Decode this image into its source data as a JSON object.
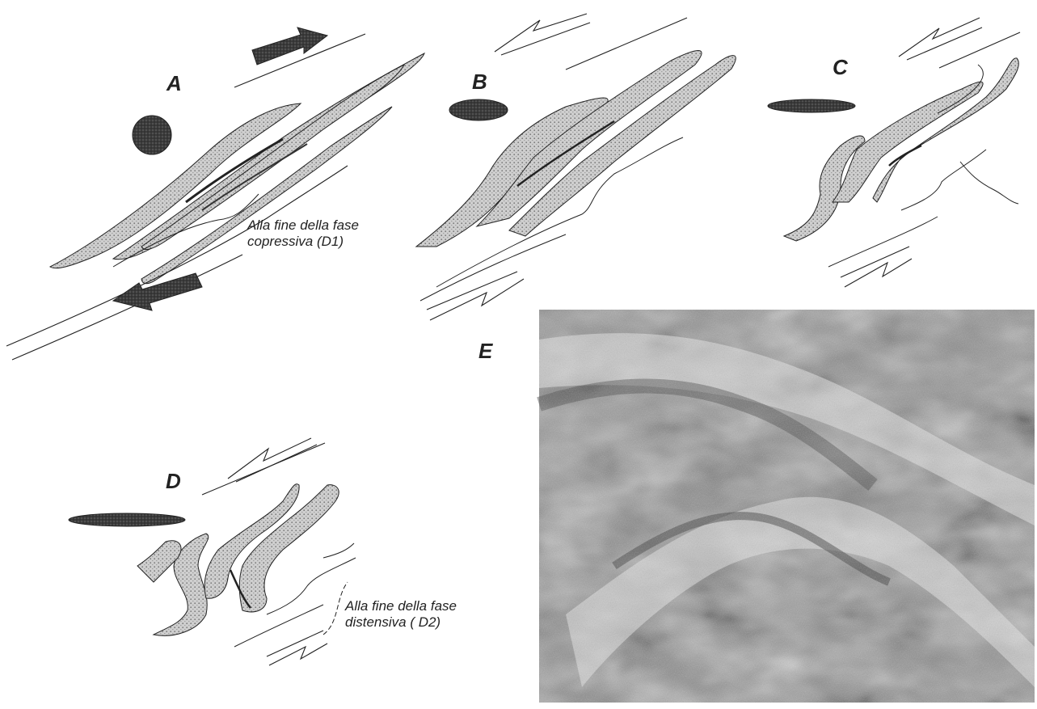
{
  "panels": {
    "a": {
      "label": "A"
    },
    "b": {
      "label": "B"
    },
    "c": {
      "label": "C"
    },
    "d": {
      "label": "D"
    },
    "e": {
      "label": "E"
    }
  },
  "captions": {
    "compressive": {
      "line1": "Alla fine della fase",
      "line2": "copressiva (D1)"
    },
    "extensional": {
      "line1": "Alla fine della fase",
      "line2": "distensiva ( D2)"
    }
  },
  "colors": {
    "ink": "#222222",
    "stipple_fill": "#c9c9c9",
    "ellipse_fill": "#3a3a3a",
    "photo_base": "#8f8f8f"
  },
  "icons": {
    "shear_arrow_solid": "solid-arrow",
    "shear_arrow_open": "half-arrow-open"
  }
}
